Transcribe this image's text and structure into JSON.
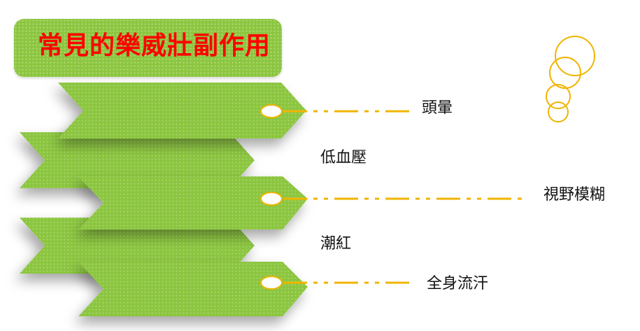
{
  "title": "常見的樂威壯副作用",
  "items": [
    {
      "label": "頭暈"
    },
    {
      "label": "低血壓"
    },
    {
      "label": "視野模糊"
    },
    {
      "label": "潮紅"
    },
    {
      "label": "全身流汗"
    }
  ],
  "colors": {
    "accent_green": "#8cc63f",
    "title_red": "#ff0000",
    "connector_yellow": "#f0b400"
  }
}
